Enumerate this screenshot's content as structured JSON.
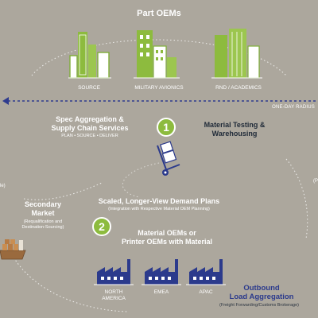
{
  "header": {
    "title": "Part OEMs"
  },
  "oems": [
    {
      "label": "SOURCE"
    },
    {
      "label": "MILITARY AVIONICS"
    },
    {
      "label": "RND / ACADEMICS"
    }
  ],
  "radius_label": "ONE-DAY RADIUS",
  "spec": {
    "title_line1": "Spec Aggregation &",
    "title_line2": "Supply Chain Services",
    "subtitle": "PLAN • SOURCE • DELIVER"
  },
  "testing": {
    "line1": "Material Testing &",
    "line2": "Warehousing"
  },
  "step1": "1",
  "step2": "2",
  "demand": {
    "title": "Scaled, Longer-View Demand Plans",
    "subtitle": "(Integration with Respective Material OEM Planning)"
  },
  "secondary": {
    "title_line1": "Secondary",
    "title_line2": "Market",
    "sub_line1": "(Requalification and",
    "sub_line2": "Destination-Sourcing)"
  },
  "material": {
    "line1": "Material OEMs or",
    "line2": "Printer OEMs with Material"
  },
  "regions": [
    {
      "label_line1": "NORTH",
      "label_line2": "AMERICA"
    },
    {
      "label_line1": "EMEA",
      "label_line2": ""
    },
    {
      "label_line1": "APAC",
      "label_line2": ""
    }
  ],
  "outbound": {
    "line1": "Outbound",
    "line2": "Load Aggregation",
    "subtitle": "(Freight Forwarding/Customs Brokerage)"
  },
  "edge_left": "le)",
  "edge_right": "(P",
  "colors": {
    "background": "#aca79d",
    "accent_green": "#8dbb3e",
    "navy": "#2b3a8c",
    "dashed_line": "#2e3b8e"
  }
}
